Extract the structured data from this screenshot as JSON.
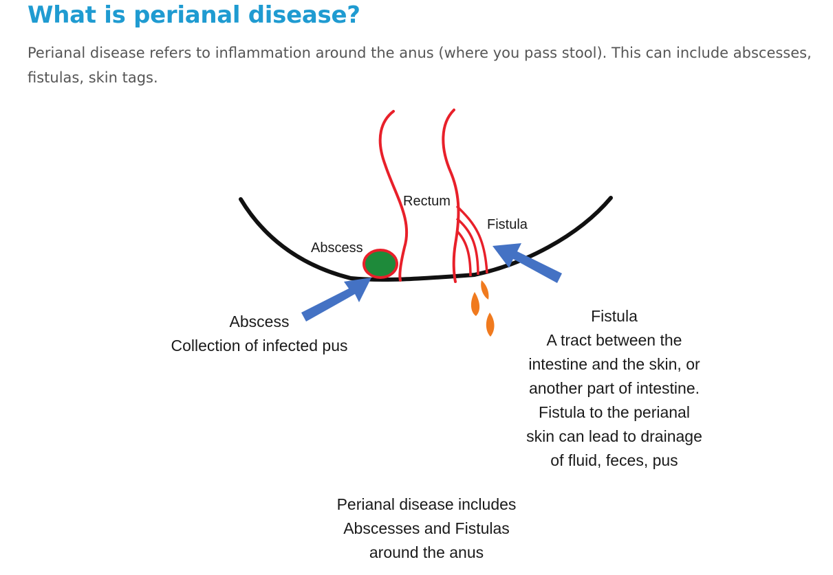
{
  "heading": "What is perianal disease?",
  "intro": "Perianal disease refers to inflammation around the anus (where you pass stool). This can include abscesses, fistulas, skin tags.",
  "figure": {
    "label_rectum": "Rectum",
    "label_fistula_small": "Fistula",
    "label_abscess_small": "Abscess",
    "abscess_caption": [
      "Abscess",
      "Collection of infected pus"
    ],
    "fistula_caption": [
      "Fistula",
      "A tract between the",
      "intestine and the skin, or",
      "another part of intestine.",
      "Fistula to the perianal",
      "skin can lead to drainage",
      "of fluid, feces, pus"
    ],
    "bottom_caption": [
      "Perianal disease includes",
      "Abscesses and Fistulas",
      "around the anus"
    ],
    "colors": {
      "skin_line": "#111111",
      "rectum": "#e8202a",
      "abscess_fill": "#1e8a3a",
      "arrow": "#4472c4",
      "drainage": "#f07a1e",
      "heading": "#1f9bd1"
    }
  }
}
